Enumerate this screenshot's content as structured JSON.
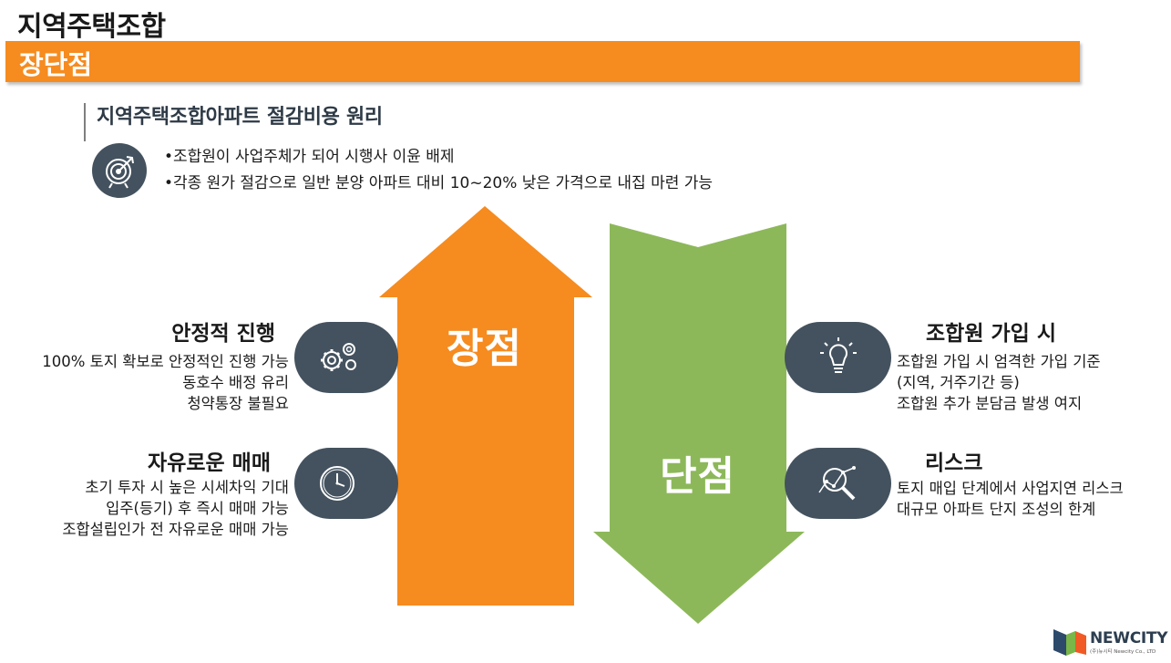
{
  "header": {
    "title": "지역주택조합",
    "banner_label": "장단점"
  },
  "principle": {
    "title": "지역주택조합아파트 절감비용 원리",
    "icon": "target-icon",
    "bullets": [
      "조합원이 사업주체가 되어 시행사 이윤 배제",
      "각종 원가 절감으로 일반 분양 아파트 대비 10~20% 낮은 가격으로 내집 마련 가능"
    ]
  },
  "arrows": {
    "up_label": "장점",
    "down_label": "단점"
  },
  "pros": [
    {
      "title": "안정적 진행",
      "icon": "gears-icon",
      "lines": [
        "100% 토지 확보로 안정적인 진행 가능",
        "동호수 배정 유리",
        "청약통장 불필요"
      ]
    },
    {
      "title": "자유로운 매매",
      "icon": "clock-icon",
      "lines": [
        "초기 투자 시 높은 시세차익 기대",
        "입주(등기) 후 즉시 매매 가능",
        "조합설립인가 전 자유로운 매매 가능"
      ]
    }
  ],
  "cons": [
    {
      "title": "조합원 가입 시",
      "icon": "lightbulb-icon",
      "lines": [
        "조합원 가입 시 엄격한 가입 기준",
        "(지역, 거주기간 등)",
        "조합원 추가 분담금 발생 여지"
      ]
    },
    {
      "title": "리스크",
      "icon": "magnifier-chart-icon",
      "lines": [
        "토지 매입 단계에서 사업지연 리스크",
        "대규모 아파트 단지 조성의 한계"
      ]
    }
  ],
  "logo": {
    "name": "NEWCITY",
    "sub": "(주)뉴시티 Newcity Co., LTD"
  },
  "colors": {
    "orange": "#f68b1f",
    "green": "#8db85a",
    "slate": "#44525f"
  }
}
